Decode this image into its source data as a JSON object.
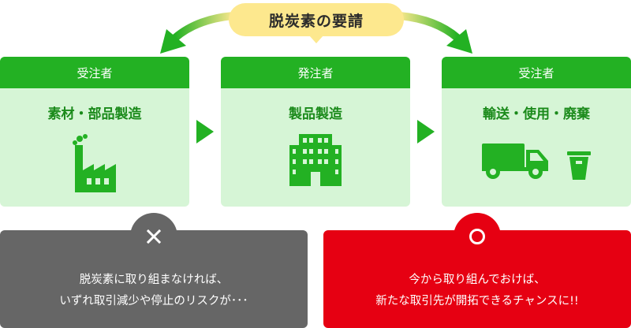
{
  "title": "脱炭素の要請",
  "stages": [
    {
      "role": "受注者",
      "name": "素材・部品製造",
      "icons": [
        "factory-icon"
      ]
    },
    {
      "role": "発注者",
      "name": "製品製造",
      "icons": [
        "building-icon"
      ]
    },
    {
      "role": "受注者",
      "name": "輸送・使用・廃棄",
      "icons": [
        "truck-icon",
        "trash-bin-icon"
      ]
    }
  ],
  "negative": {
    "icon": "cross-icon",
    "line1": "脱炭素に取り組まなければ、",
    "line2": "いずれ取引減少や停止のリスクが･･･"
  },
  "positive": {
    "icon": "circle-icon",
    "line1": "今から取り組んでおけば、",
    "line2": "新たな取引先が開拓できるチャンスに!!"
  },
  "colors": {
    "green": "#23b123",
    "light_green": "#d6f5d6",
    "yellow": "#fde88e",
    "gray": "#666666",
    "red": "#e60012"
  }
}
